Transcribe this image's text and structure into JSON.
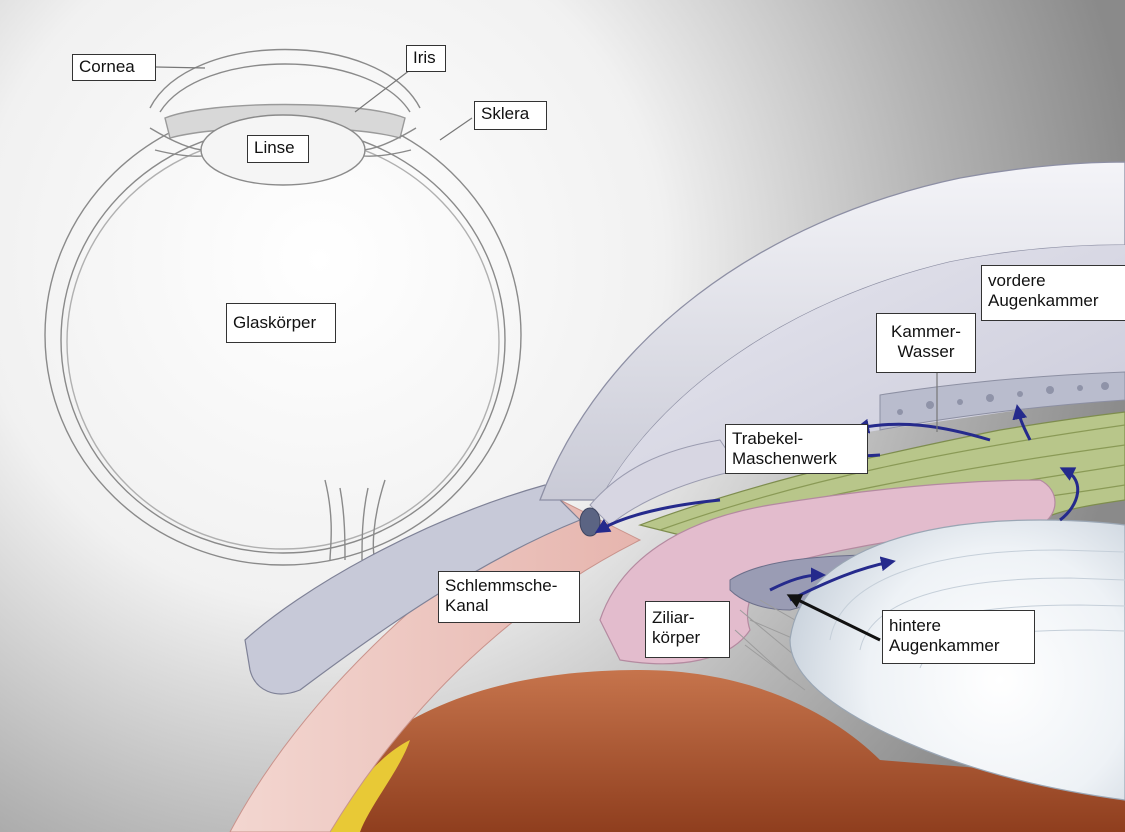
{
  "colors": {
    "background_light": "#ffffff",
    "background_dark": "#8e8e8e",
    "cornea": "#dfe0ea",
    "sclera_pink": "#eec9c3",
    "ciliary_body": "#e3bccd",
    "trabecular_meshwork": "#b8c68a",
    "lens": "#f0f4f7",
    "retina_choroid": "#b8643c",
    "flow_arrow": "#252a8c",
    "pointer_arrow": "#111111"
  },
  "labels": {
    "cornea": "Cornea",
    "iris": "Iris",
    "sklera": "Sklera",
    "linse": "Linse",
    "glaskoerper": "Glaskörper",
    "vordere_augenkammer": "vordere\nAugenkammer",
    "kammerwasser": "Kammer-\nWasser",
    "trabekel": "Trabekel-\nMaschenwerk",
    "schlemm": "Schlemmsche-\nKanal",
    "ziliar": "Ziliar-\nkörper",
    "hintere_augenkammer": "hintere\nAugenkammer"
  }
}
